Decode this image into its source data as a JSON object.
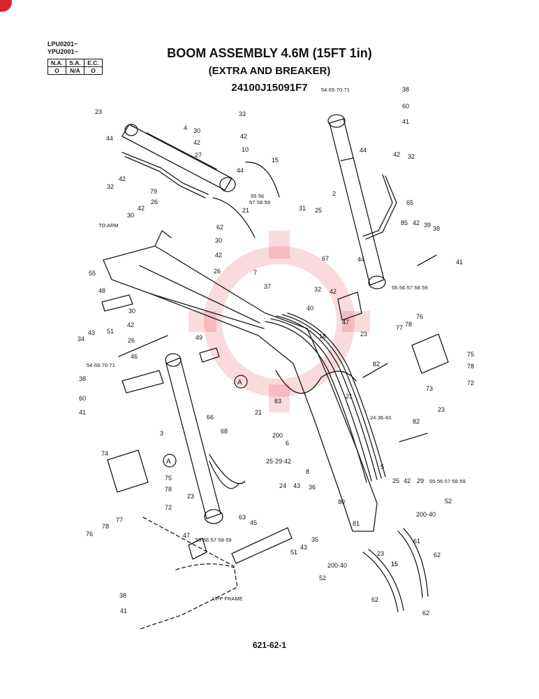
{
  "header": {
    "serial_lines": [
      "LPU0201~",
      "YPU2001~"
    ],
    "ec_table": {
      "headers": [
        "N.A.",
        "S.A.",
        "E.C."
      ],
      "values": [
        "O",
        "N/A",
        "O"
      ]
    },
    "title": "BOOM ASSEMBLY 4.6M (15FT 1in)",
    "subtitle": "(EXTRA AND BREAKER)",
    "part_number": "24100J15091F7"
  },
  "notes": {
    "to_arm": "TO ARM",
    "upp_frame": "UPP FRAME",
    "section_ref": "A"
  },
  "callouts": [
    "23",
    "33",
    "4",
    "30",
    "42",
    "42",
    "44",
    "10",
    "27",
    "44",
    "15",
    "32",
    "42",
    "79",
    "55·56",
    "57·58·59",
    "21",
    "62",
    "26",
    "42",
    "30",
    "30",
    "42",
    "26",
    "55",
    "7",
    "37",
    "48",
    "43",
    "34",
    "51",
    "30",
    "42",
    "26",
    "40",
    "49",
    "18",
    "46",
    "54·69·70·71",
    "38",
    "60",
    "41",
    "82",
    "21",
    "83",
    "21",
    "3",
    "66",
    "68",
    "200",
    "6",
    "25·29·42",
    "5",
    "8",
    "74",
    "75",
    "78",
    "72",
    "76",
    "78",
    "77",
    "23",
    "63",
    "24",
    "43",
    "36",
    "45",
    "80",
    "81",
    "47",
    "55·56·57·58·59",
    "43",
    "51",
    "35",
    "52",
    "200·40",
    "15",
    "62",
    "38",
    "41",
    "54·69·70·71",
    "38",
    "60",
    "41",
    "44",
    "42",
    "32",
    "2",
    "65",
    "31",
    "25",
    "85",
    "42",
    "39",
    "38",
    "41",
    "67",
    "44",
    "32",
    "42",
    "55·56·57·58·59",
    "47",
    "23",
    "77",
    "78",
    "76",
    "75",
    "78",
    "72",
    "73",
    "23",
    "82",
    "24·36·43",
    "25",
    "42",
    "29",
    "55·56·57·58·59",
    "52",
    "200·40",
    "61",
    "23",
    "15",
    "62",
    "62"
  ],
  "footer": {
    "page_number": "621-62-1"
  }
}
